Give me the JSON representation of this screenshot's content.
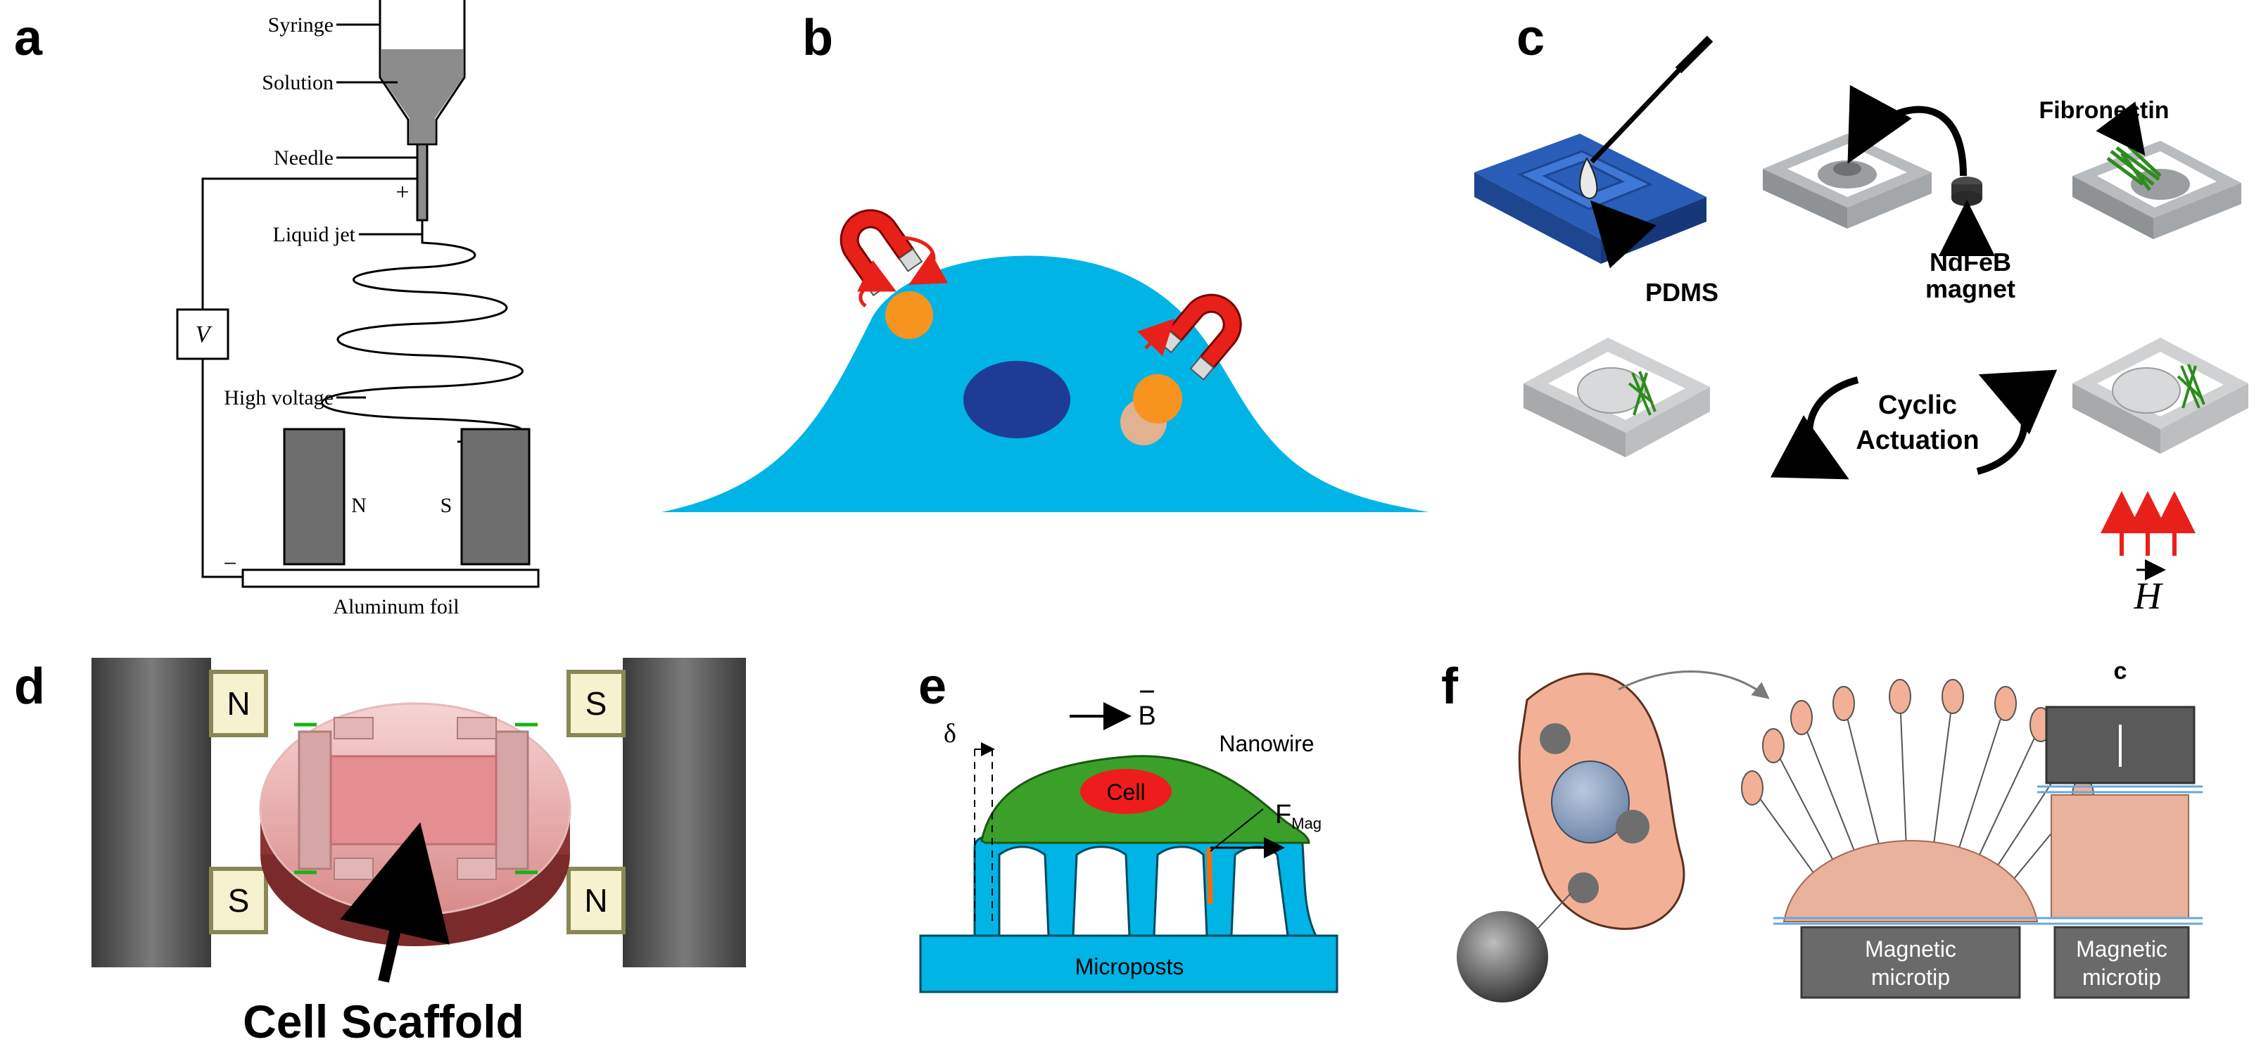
{
  "panel_letters": {
    "a": "a",
    "b": "b",
    "c": "c",
    "d": "d",
    "e": "e",
    "f": "f"
  },
  "panel_a": {
    "syringe": "Syringe",
    "solution": "Solution",
    "needle": "Needle",
    "liquid_jet": "Liquid jet",
    "high_voltage": "High voltage",
    "voltage_symbol": "V",
    "plus": "+",
    "minus": "−",
    "magnet_n": "N",
    "magnet_s": "S",
    "aluminum_foil": "Aluminum foil"
  },
  "panel_c": {
    "pdms": "PDMS",
    "magnet_line1": "NdFeB",
    "magnet_line2": "magnet",
    "fibronectin": "Fibronectin",
    "cyclic_line1": "Cyclic",
    "cyclic_line2": "Actuation",
    "field_symbol": "H"
  },
  "panel_d": {
    "n_left": "N",
    "s_right": "S",
    "s_left": "S",
    "n_right": "N",
    "scaffold": "Cell Scaffold"
  },
  "panel_e": {
    "field_b": "B",
    "delta": "δ",
    "cell": "Cell",
    "nanowire": "Nanowire",
    "force": "F",
    "force_sub": "Mag",
    "microposts": "Microposts"
  },
  "panel_f": {
    "corner_letter": "c",
    "tip1_line1": "Magnetic",
    "tip1_line2": "microtip",
    "tip2_line1": "Magnetic",
    "tip2_line2": "microtip"
  },
  "colors": {
    "cell_blue": "#00b4e6",
    "nucleus": "#1e3c96",
    "orange": "#f7941d",
    "pdms_blue": "#2a5db8",
    "green": "#2e8b1e",
    "red": "#e8201a",
    "salmon": "#f2b196",
    "dark_gray": "#5a5a5a"
  }
}
